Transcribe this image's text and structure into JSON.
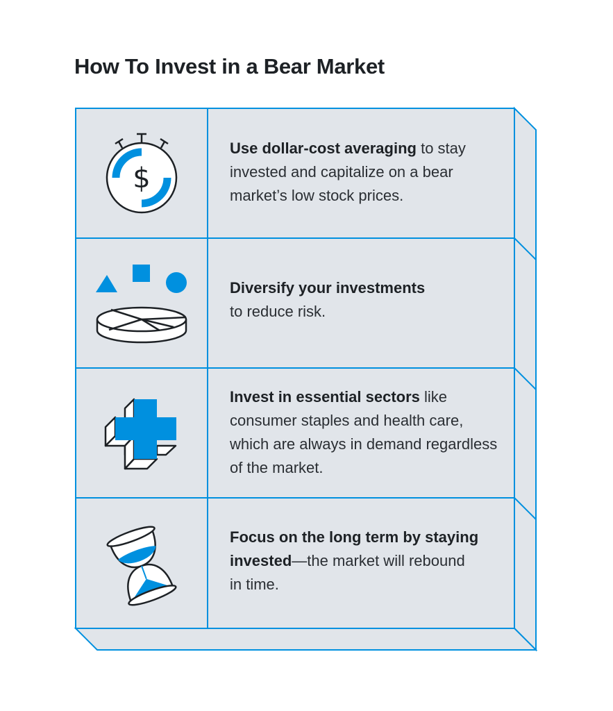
{
  "title": "How To Invest in a Bear Market",
  "colors": {
    "accent": "#0090df",
    "panel": "#e1e5ea",
    "ink": "#1d2125"
  },
  "tips": [
    {
      "icon": "stopwatch-dollar-icon",
      "bold": "Use dollar-cost averaging",
      "rest": " to stay invested and capitalize on a bear market’s low stock prices."
    },
    {
      "icon": "pie-chart-shapes-icon",
      "bold": "Diversify your investments",
      "rest": " to reduce risk."
    },
    {
      "icon": "medical-cross-icon",
      "bold": "Invest in essential sectors",
      "rest": " like consumer staples and health care, which are always in demand regardless of the market."
    },
    {
      "icon": "hourglass-icon",
      "bold": "Focus on the long term by staying invested",
      "rest": "—the market will rebound in time."
    }
  ]
}
